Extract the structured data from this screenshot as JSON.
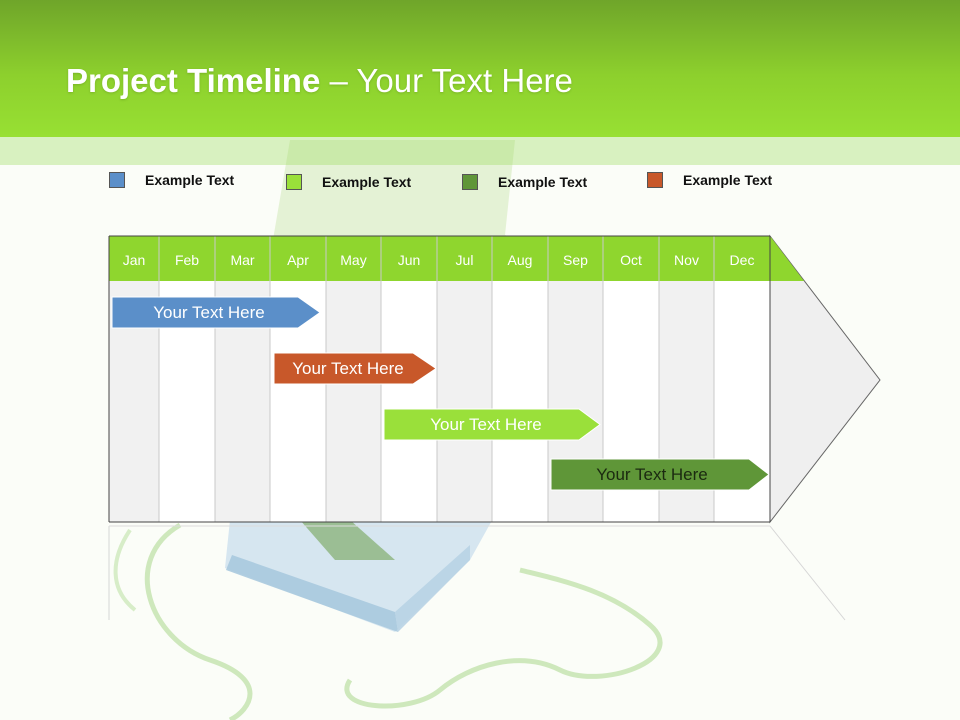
{
  "header": {
    "title_bold": "Project Timeline",
    "title_rest": " – Your Text Here",
    "background": "#8dd02d"
  },
  "legend": [
    {
      "label": "Example Text",
      "color": "#5b8fc9"
    },
    {
      "label": "Example Text",
      "color": "#9ae03a"
    },
    {
      "label": "Example Text",
      "color": "#5f9638"
    },
    {
      "label": "Example Text",
      "color": "#c8582a"
    }
  ],
  "timeline": {
    "months": [
      "Jan",
      "Feb",
      "Mar",
      "Apr",
      "May",
      "Jun",
      "Jul",
      "Aug",
      "Sep",
      "Oct",
      "Nov",
      "Dec"
    ],
    "header_color": "#8fd62e",
    "bars": [
      {
        "label": "Your  Text Here",
        "color": "#5b8fc9",
        "text_color": "#ffffff"
      },
      {
        "label": "Your  Text Here",
        "color": "#c8582a",
        "text_color": "#ffffff"
      },
      {
        "label": "Your  Text Here",
        "color": "#9ae03a",
        "text_color": "#ffffff"
      },
      {
        "label": "Your  Text Here",
        "color": "#5f9638",
        "text_color": "#1b2a10"
      }
    ]
  }
}
